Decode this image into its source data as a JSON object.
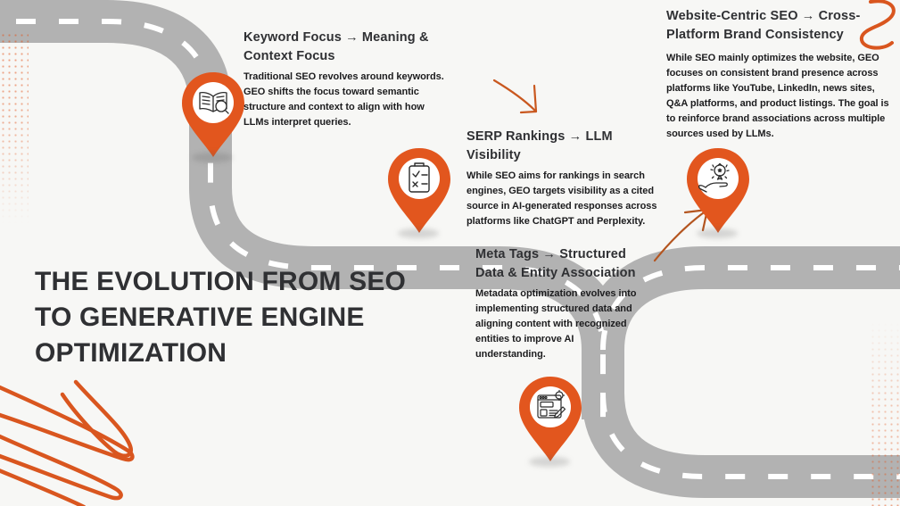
{
  "headline": "THE EVOLUTION FROM SEO TO GENERATIVE ENGINE OPTIMIZATION",
  "colors": {
    "orange": "#e2561e",
    "road_gray": "#b2b2b2",
    "dash_white": "#ffffff",
    "background": "#f7f7f5",
    "heading_text": "#2f3033",
    "body_text": "#1c1c1e"
  },
  "steps": [
    {
      "id": "keyword-focus",
      "icon": "open-book-magnifier-icon",
      "title": "Keyword Focus → Meaning & Context Focus",
      "body": "Traditional SEO revolves around keywords. GEO shifts the focus toward semantic structure and context to align with how LLMs interpret queries."
    },
    {
      "id": "serp-rankings",
      "icon": "clipboard-checklist-icon",
      "title": "SERP Rankings → LLM Visibility",
      "body": "While SEO aims for rankings in search engines, GEO targets visibility as a cited source in AI-generated responses across platforms like ChatGPT and Perplexity."
    },
    {
      "id": "meta-tags",
      "icon": "blog-page-settings-icon",
      "title": "Meta Tags → Structured Data & Entity Association",
      "body": "Metadata optimization evolves into implementing structured data and aligning content with recognized entities to improve AI understanding."
    },
    {
      "id": "website-centric-seo",
      "icon": "hand-award-badge-icon",
      "title": "Website-Centric SEO → Cross-Platform Brand Consistency",
      "body": "While SEO mainly optimizes the website, GEO focuses on consistent brand presence across platforms like YouTube, LinkedIn, news sites, Q&A platforms, and product listings. The goal is to reinforce brand associations across multiple sources used by LLMs."
    }
  ],
  "decorations": {
    "scribble_bottom_left": "orange-zigzag-scribble",
    "squiggle_top_right": "orange-s-squiggle",
    "arrow_middle": "orange-curved-arrow-down-right",
    "arrow_right": "orange-curved-arrow-up-right",
    "dots_left": "orange-dot-grid",
    "dots_right": "orange-dot-grid",
    "road": "winding-road-path"
  }
}
